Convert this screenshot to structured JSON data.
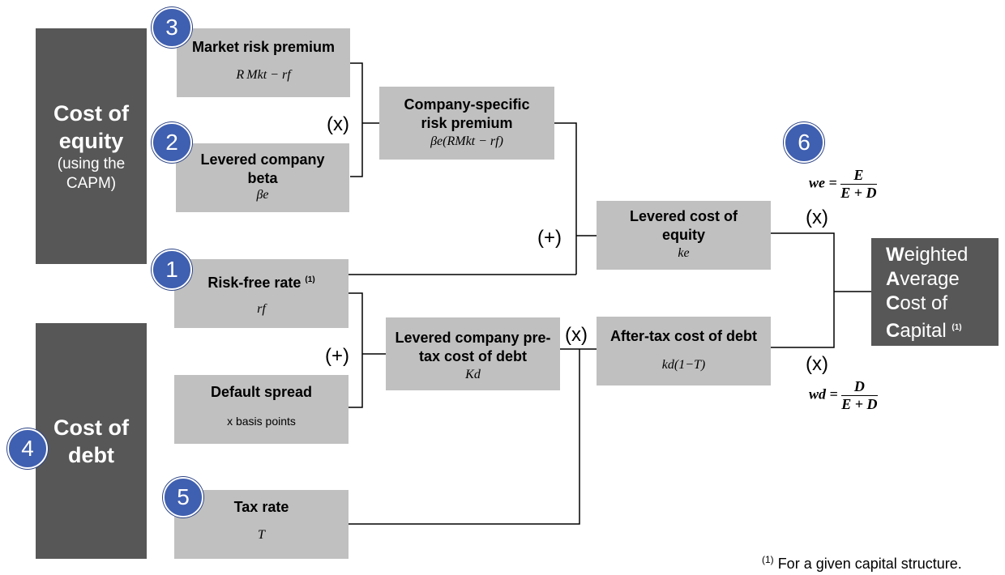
{
  "left": {
    "equity_title": "Cost of equity",
    "equity_sub": "(using the CAPM)",
    "debt_title": "Cost of debt"
  },
  "badges": [
    "1",
    "2",
    "3",
    "4",
    "5",
    "6"
  ],
  "boxes": {
    "market_risk": {
      "title": "Market risk premium",
      "formula": "R Mkt − rf"
    },
    "beta": {
      "title": "Levered company beta",
      "formula": "βe"
    },
    "risk_free": {
      "title": "Risk-free rate",
      "note": "(1)",
      "formula": "rf"
    },
    "default_spread": {
      "title": "Default spread",
      "sub": "x basis points"
    },
    "tax_rate": {
      "title": "Tax rate",
      "formula": "T"
    },
    "company_specific": {
      "title": "Company-specific risk premium",
      "formula": "βe(RMkt − rf)"
    },
    "pretax_debt": {
      "title": "Levered company pre-tax cost of debt",
      "formula": "Kd"
    },
    "levered_equity": {
      "title": "Levered cost of equity",
      "formula": "ke"
    },
    "aftertax_debt": {
      "title": "After-tax cost of debt",
      "formula": "kd(1−T)"
    }
  },
  "operators": {
    "mult_top": "(x)",
    "plus_equity": "(+)",
    "plus_debt": "(+)",
    "mult_debt": "(x)",
    "mult_we": "(x)",
    "mult_wd": "(x)"
  },
  "weights": {
    "we_label": "we =",
    "we_num": "E",
    "we_den": "E + D",
    "wd_label": "wd =",
    "wd_num": "D",
    "wd_den": "E + D"
  },
  "wacc": {
    "w1": "W",
    "w2": "eighted",
    "a1": "A",
    "a2": "verage",
    "c1": "C",
    "c2": "ost of",
    "cap1": "C",
    "cap2": "apital",
    "note": "(1)"
  },
  "footnote": {
    "marker": "(1)",
    "text": "For a given capital structure."
  }
}
